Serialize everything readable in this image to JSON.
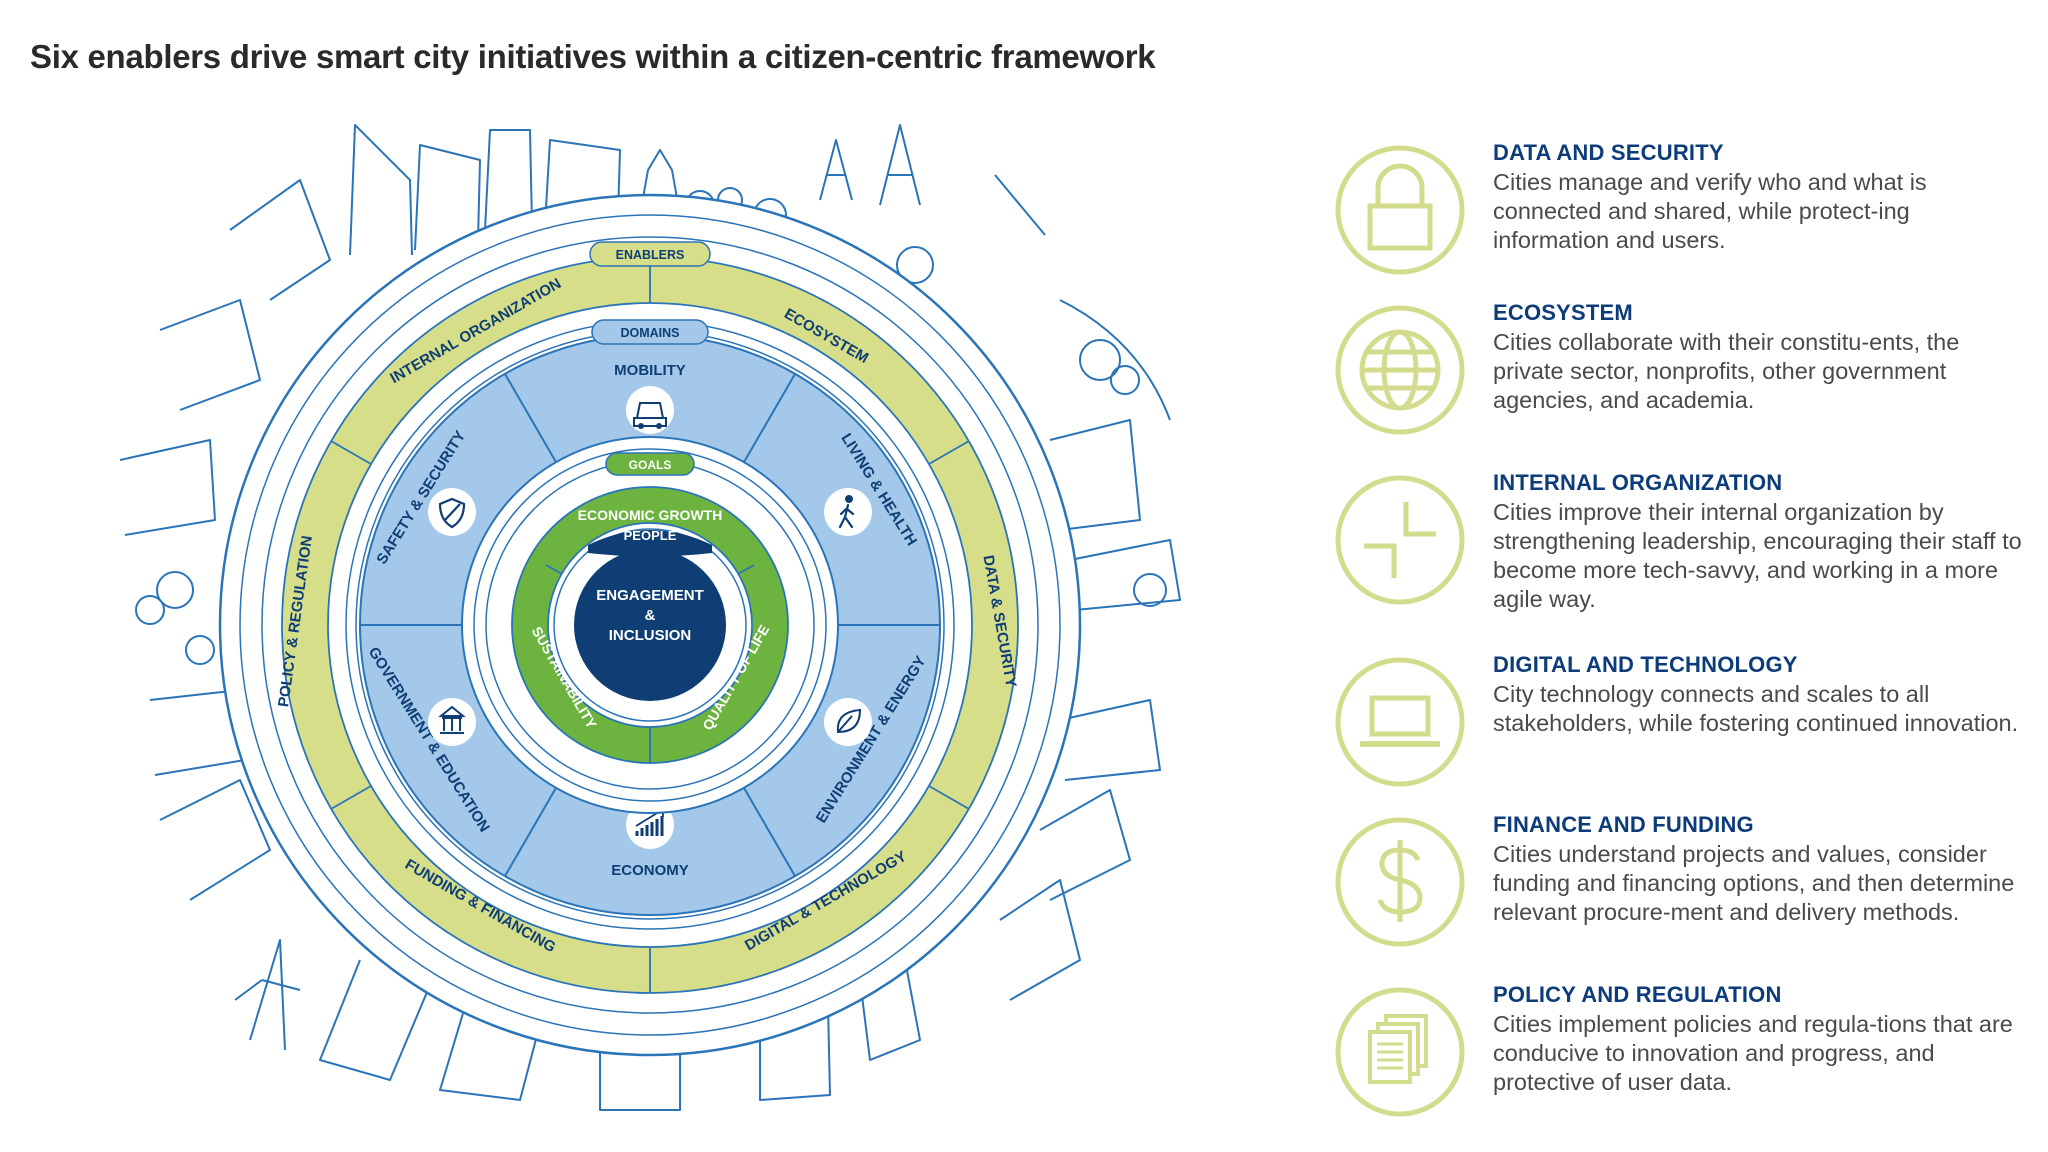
{
  "title": "Six enablers drive smart city initiatives within a citizen-centric framework",
  "colors": {
    "navy": "#0f3e75",
    "blue": "#1b6fb5",
    "light_blue": "#a3c8ea",
    "lime": "#d6de8a",
    "green": "#6cb33f",
    "outline": "#2a74b8",
    "icon_lime": "#d3dc8c"
  },
  "diagram": {
    "labels": {
      "enablers": "ENABLERS",
      "domains": "DOMAINS",
      "goals": "GOALS",
      "people": "PEOPLE",
      "center_line1": "ENGAGEMENT",
      "center_line2": "&",
      "center_line3": "INCLUSION"
    },
    "enabler_ring": [
      "INTERNAL ORGANIZATION",
      "ECOSYSTEM",
      "DATA & SECURITY",
      "DIGITAL & TECHNOLOGY",
      "FUNDING & FINANCING",
      "POLICY & REGULATION"
    ],
    "domains": [
      {
        "label": "MOBILITY",
        "icon": "car-icon"
      },
      {
        "label": "LIVING & HEALTH",
        "icon": "walking-person-icon"
      },
      {
        "label": "ENVIRONMENT & ENERGY",
        "icon": "leaf-icon"
      },
      {
        "label": "ECONOMY",
        "icon": "rising-chart-icon"
      },
      {
        "label": "GOVERNMENT & EDUCATION",
        "icon": "government-building-icon"
      },
      {
        "label": "SAFETY & SECURITY",
        "icon": "shield-icon"
      }
    ],
    "goals": [
      "ECONOMIC GROWTH",
      "QUALITY OF LIFE",
      "SUSTAINABILITY"
    ]
  },
  "enablers": [
    {
      "heading": "DATA AND SECURITY",
      "icon": "padlock-icon",
      "description": "Cities manage and verify who and what is connected and shared, while protect-ing information and users."
    },
    {
      "heading": "ECOSYSTEM",
      "icon": "globe-icon",
      "description": "Cities collaborate with their constitu-ents, the private sector, nonprofits, other government agencies, and academia."
    },
    {
      "heading": "INTERNAL ORGANIZATION",
      "icon": "internal-organization-icon",
      "description": "Cities improve their internal organization by strengthening leadership, encouraging their staff to become more tech-savvy, and working in a more agile way."
    },
    {
      "heading": "DIGITAL AND TECHNOLOGY",
      "icon": "laptop-icon",
      "description": "City technology connects and scales to all stakeholders, while fostering continued innovation."
    },
    {
      "heading": "FINANCE AND FUNDING",
      "icon": "dollar-icon",
      "description": "Cities understand projects and values, consider funding and financing options, and then determine relevant procure-ment and delivery methods."
    },
    {
      "heading": "POLICY AND REGULATION",
      "icon": "documents-icon",
      "description": "Cities implement policies and regula-tions that are conducive to innovation and progress, and protective of user data."
    }
  ]
}
